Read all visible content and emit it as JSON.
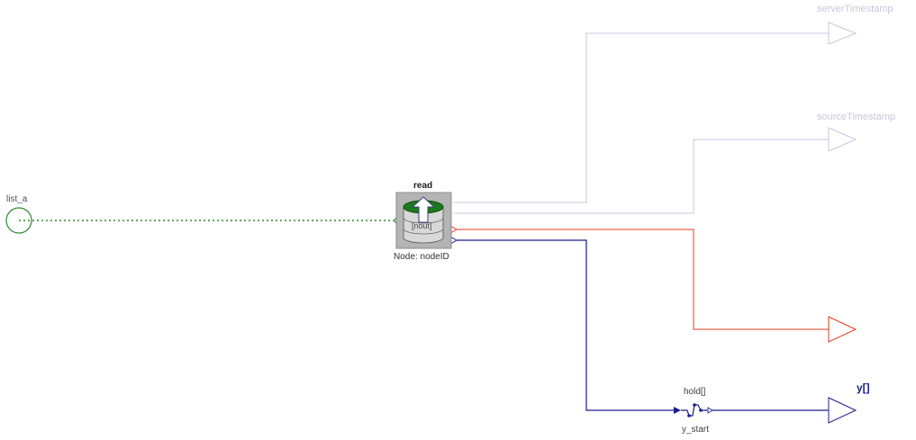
{
  "input": {
    "name": "list_a"
  },
  "block": {
    "name": "read",
    "icon_text": "[nout]",
    "node_label": "Node: nodeID",
    "icon": "database-read-icon"
  },
  "outputs": {
    "server_timestamp": "serverTimestamp",
    "source_timestamp": "sourceTimestamp",
    "y": "y[]"
  },
  "hold": {
    "name": "hold[]",
    "param": "y_start"
  },
  "colors": {
    "connector_green": "#2e8b2e",
    "faint_wire": "#c8c8e0",
    "red_wire": "#e03a1e",
    "blue_wire": "#1c1c8c",
    "block_gray": "#b4b4b4",
    "db_green": "#1a7a1a"
  }
}
